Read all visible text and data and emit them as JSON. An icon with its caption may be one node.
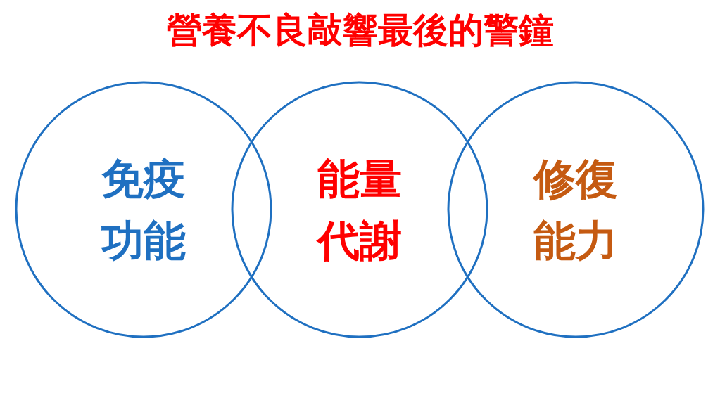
{
  "diagram": {
    "title": "營養不良敲響最後的警鐘",
    "nodes": [
      {
        "text": [
          "免疫功能"
        ]
      },
      {
        "text": [
          "能量代謝"
        ]
      },
      {
        "text": [
          "修復能力"
        ]
      }
    ]
  }
}
